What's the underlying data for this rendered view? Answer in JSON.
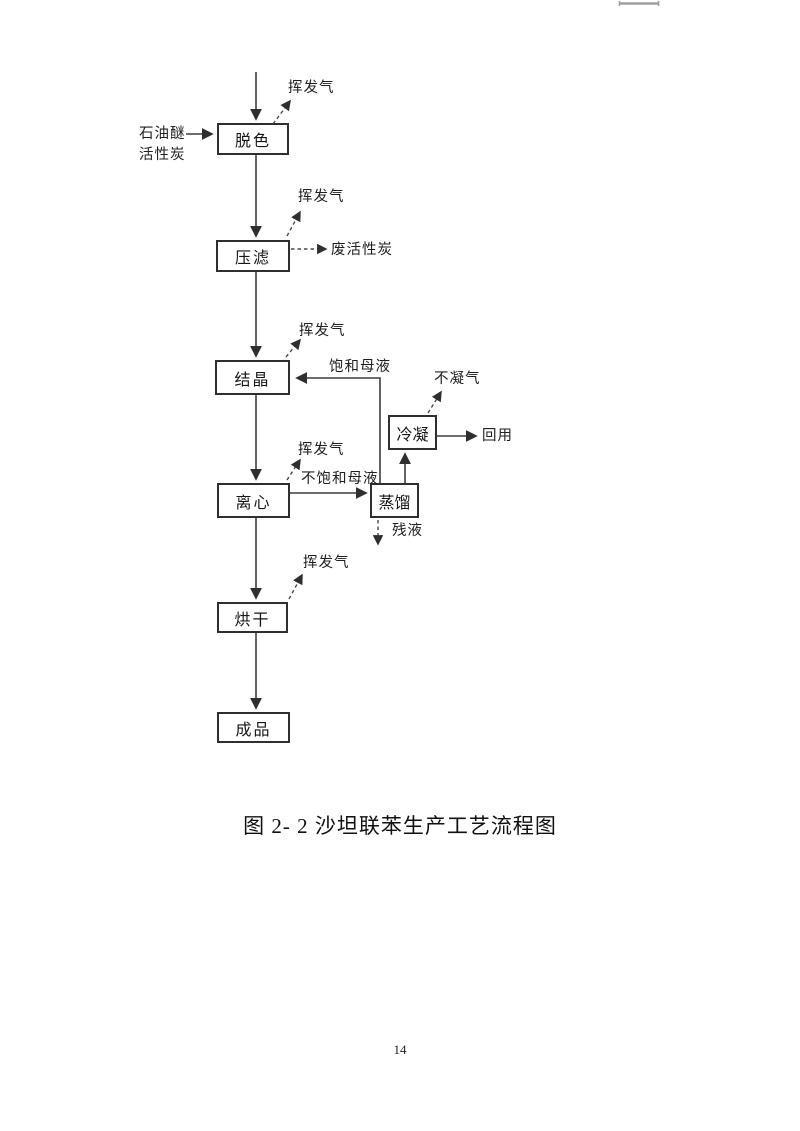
{
  "page": {
    "number": "14",
    "caption": "图 2- 2 沙坦联苯生产工艺流程图"
  },
  "flowchart": {
    "processes": {
      "decolorize": "脱色",
      "press_filter": "压滤",
      "crystallize": "结晶",
      "centrifuge": "离心",
      "dry": "烘干",
      "product": "成品",
      "distill": "蒸馏",
      "condense": "冷凝"
    },
    "streams": {
      "petroleum_ether": "石油醚",
      "activated_carbon": "活性炭",
      "volatile_gas": "挥发气",
      "waste_activated_carbon": "废活性炭",
      "saturated_mother_liquor": "饱和母液",
      "unsaturated_mother_liquor": "不饱和母液",
      "noncondensable_gas": "不凝气",
      "reuse": "回用",
      "residual_liquid": "残液"
    }
  },
  "colors": {
    "line": "#3d3d3d",
    "text": "#1c1c1c",
    "scan_artifact": "#9f9f9f"
  }
}
